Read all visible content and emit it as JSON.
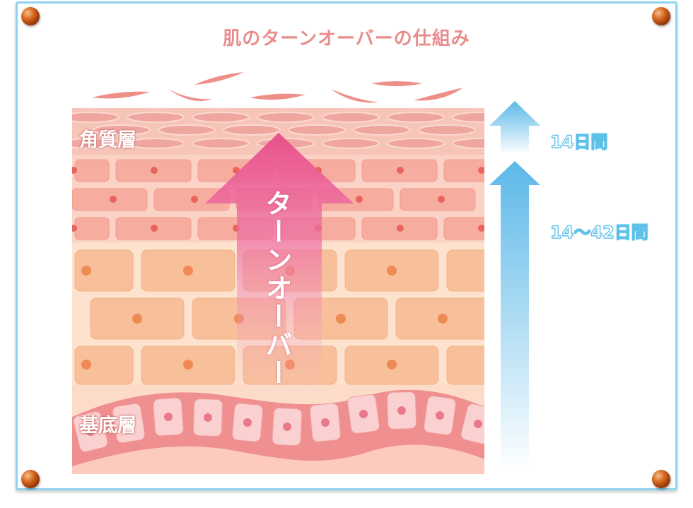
{
  "title": "肌のターンオーバーの仕組み",
  "layers": {
    "top": "角質層",
    "bottom": "基底層"
  },
  "arrow_label": "ターンオーバー",
  "durations": {
    "stratum_corneum": "14日間",
    "turnover": "14〜42日間"
  },
  "colors": {
    "title": "#e98c8c",
    "horny_cell": "#f0a6a0",
    "granular_cell": "#f6b0a3",
    "spinous_cell": "#f7c29a",
    "basal_cell": "#f8c4c0",
    "basal_wave": "#ef8f90",
    "turnover_arrow": "#e8508a",
    "duration_arrow": "#5cb8e8",
    "frame": "#8fd3f0"
  }
}
